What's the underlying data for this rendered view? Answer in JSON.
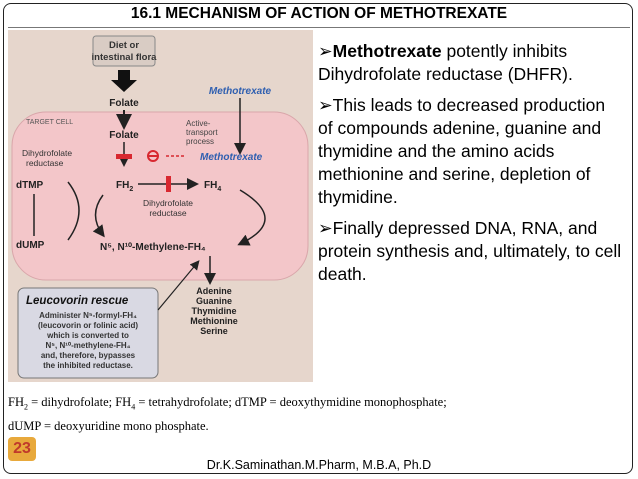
{
  "slide": {
    "title": "16.1  MECHANISM OF ACTION OF METHOTREXATE",
    "slide_number": "23",
    "author": "Dr.K.Saminathan.M.Pharm, M.B.A, Ph.D"
  },
  "diagram": {
    "diet": "Diet or",
    "diet2": "intestinal flora",
    "folate_top": "Folate",
    "methotrexate_top": "Methotrexate",
    "target_cell": "TARGET CELL",
    "transport1": "Active-",
    "transport2": "transport",
    "transport3": "process",
    "folate_inner": "Folate",
    "dhfr1": "Dihydrofolate",
    "dhfr2": "reductase",
    "methotrexate_inner": "Methotrexate",
    "dtmp": "dTMP",
    "fh2": "FH",
    "fh4": "FH",
    "dhfr3": "Dihydrofolate",
    "dhfr4": "reductase",
    "dump": "dUMP",
    "methylene": "N⁵, N¹⁰-Methylene-FH₄",
    "products": [
      "Adenine",
      "Guanine",
      "Thymidine",
      "Methionine",
      "Serine"
    ],
    "rescue_title": "Leucovorin rescue",
    "rescue_lines": [
      "Administer N⁵-formyl-FH₄",
      "(leucovorin or folinic acid)",
      "which is converted to",
      "N⁵, N¹⁰-methylene-FH₄",
      "and, therefore, bypasses",
      "the inhibited reductase."
    ]
  },
  "bullets": {
    "b1_bold": "Methotrexate",
    "b1_rest": " potently inhibits Dihydrofolate reductase (DHFR).",
    "b2": "This leads to decreased production of compounds adenine, guanine and thymidine and the amino acids methionine and serine, depletion of thymidine.",
    "b3": "Finally depressed DNA, RNA, and protein synthesis and, ultimately, to cell death."
  },
  "footnote": {
    "fh2_a": "FH",
    "fh2_sub": "2",
    "fh2_b": " = dihydrofolate; FH",
    "fh4_sub": "4",
    "fh4_b": " = tetrahydrofolate; dTMP = deoxythymidine monophosphate;",
    "line2": "dUMP = deoxyuridine mono phosphate."
  },
  "colors": {
    "accent_red": "#d82830",
    "methotrexate_blue": "#2f5fb0",
    "cell_pink": "#f3c6c9",
    "badge": "#e8a93c"
  }
}
